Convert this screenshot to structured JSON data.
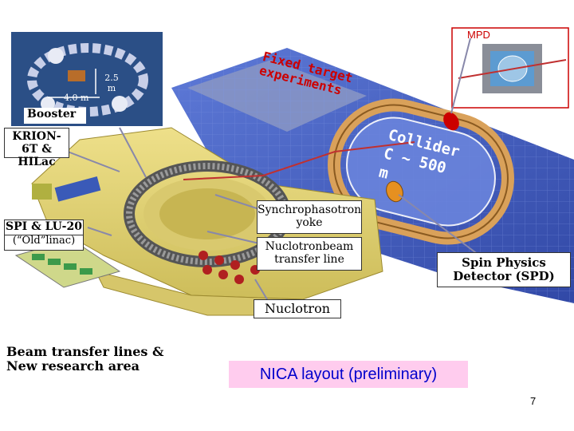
{
  "labels": {
    "mpd": "MPD",
    "fixed_target": "Fixed target experiments",
    "dim_vertical": "2.5 m",
    "dim_horizontal": "4.0 m",
    "booster": "Booster",
    "krion": "KRION-6T & HILac",
    "spi": "SPI & LU-20",
    "old_linac": "(“Old”linac)",
    "collider": "Collider C ~ 500 m",
    "synchrophasotron": "Synchrophasotron yoke",
    "nuclotron_beam": "Nuclotronbeam transfer line",
    "spin_physics": "Spin Physics Detector (SPD)",
    "nuclotron": "Nuclotron",
    "beam_transfer": "Beam transfer lines & New research area",
    "title": "NICA layout (preliminary)",
    "page_number": "7"
  },
  "colors": {
    "collider_ring": "#d9a15a",
    "platform": "#4a64c8",
    "hall_floor": "#e6d77a",
    "title_bg": "#ffccee",
    "title_text": "#0000cc",
    "mpd_red": "#cc0000",
    "booster_bg": "#2b4f86"
  }
}
